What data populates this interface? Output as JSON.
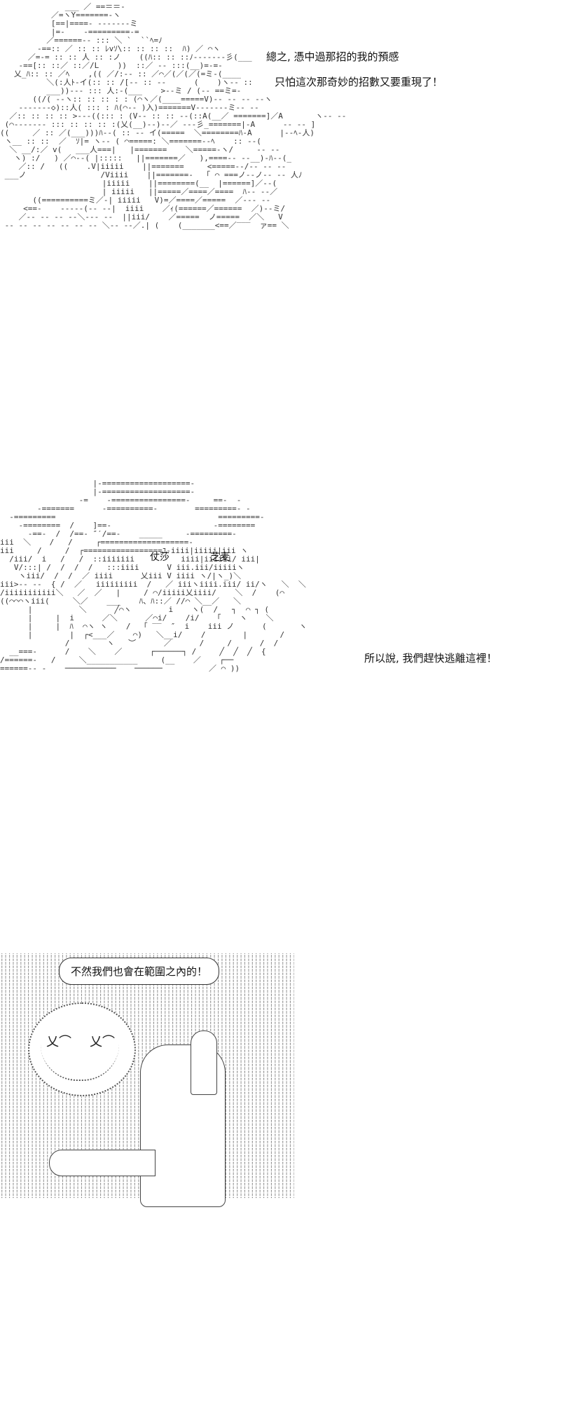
{
  "panels": [
    {
      "caption_lines": [
        "總之, 憑中過那招的我的預感",
        "只怕這次那奇妙的招數又要重現了！"
      ]
    },
    {
      "caption": "所以說, 我們趕快逃離這裡！",
      "sign_left": "仗莎",
      "sign_right": "芝麦"
    },
    {
      "bubble": "不然我們也會在範圍之內的！"
    }
  ]
}
